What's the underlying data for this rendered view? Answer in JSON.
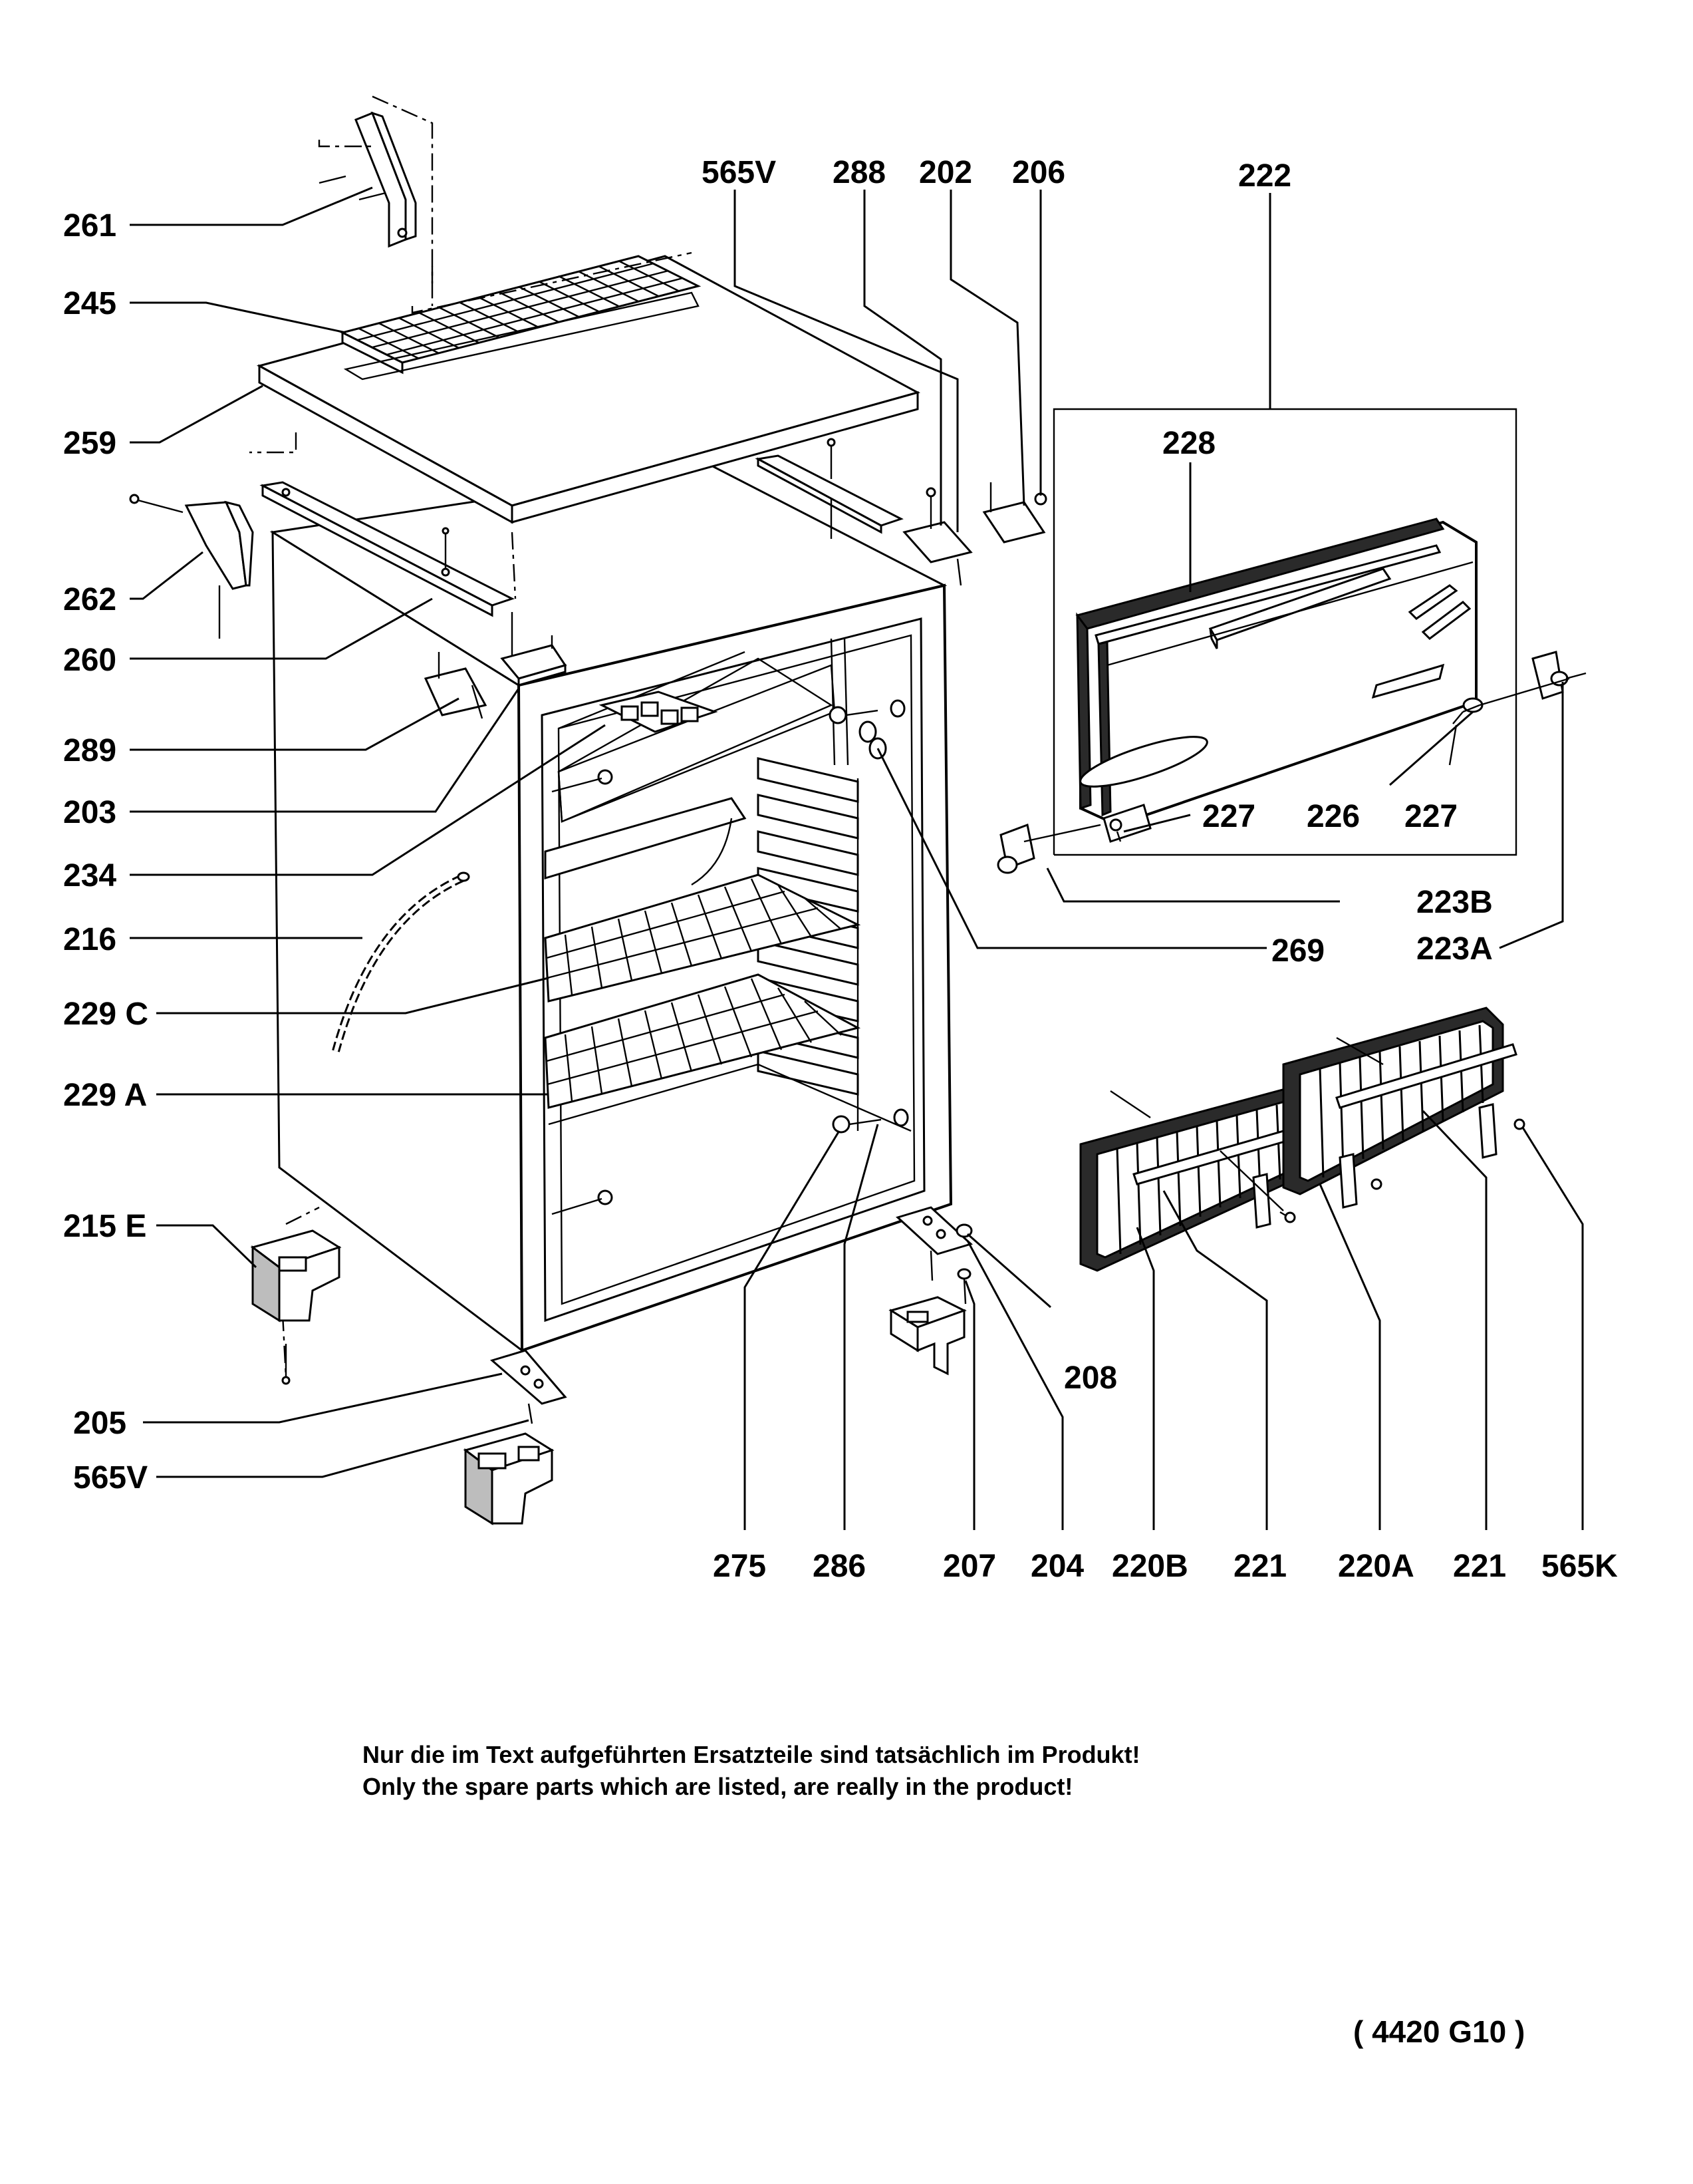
{
  "diagram": {
    "callouts": {
      "c261": "261",
      "c245": "245",
      "c259": "259",
      "c262": "262",
      "c260": "260",
      "c289": "289",
      "c203": "203",
      "c234": "234",
      "c216": "216",
      "c229c": "229 C",
      "c229a": "229 A",
      "c215e": "215 E",
      "c205": "205",
      "c565v_bottom": "565V",
      "c565v_top": "565V",
      "c288": "288",
      "c202": "202",
      "c206": "206",
      "c222": "222",
      "c228": "228",
      "c227_left": "227",
      "c226": "226",
      "c227_right": "227",
      "c223b": "223B",
      "c269": "269",
      "c223a": "223A",
      "c208": "208",
      "c275": "275",
      "c286": "286",
      "c207": "207",
      "c204": "204",
      "c220b": "220B",
      "c221_left": "221",
      "c220a": "220A",
      "c221_right": "221",
      "c565k": "565K"
    },
    "note_line_de": "Nur die im Text aufgeführten Ersatzteile sind tatsächlich im Produkt!",
    "note_line_en": "Only the spare parts which are listed, are really in the product!",
    "drawing_code": "( 4420  G10 )"
  }
}
